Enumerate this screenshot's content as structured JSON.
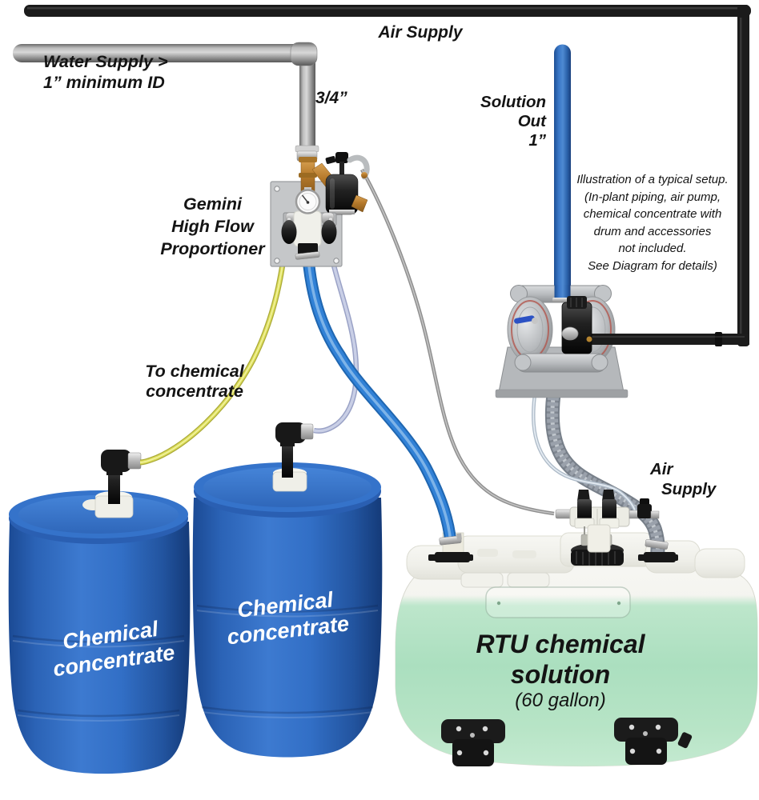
{
  "diagram": {
    "air_supply_top": "Air Supply",
    "water_supply": [
      "Water Supply  >",
      "1” minimum ID"
    ],
    "water_pipe_size": "3/4”",
    "solution_out": [
      "Solution",
      "Out",
      "1”"
    ],
    "proportioner": [
      "Gemini",
      "High Flow",
      "Proportioner"
    ],
    "note": [
      "Illustration of a typical setup.",
      "(In-plant piping, air pump,",
      "chemical concentrate with",
      "drum and accessories",
      "not included.",
      "See Diagram for details)"
    ],
    "to_chemical": [
      "To chemical",
      "concentrate"
    ],
    "air_supply_right": [
      "Air",
      "Supply"
    ],
    "drum_left": [
      "Chemical",
      "concentrate"
    ],
    "drum_right": [
      "Chemical",
      "concentrate"
    ],
    "tank": [
      "RTU chemical",
      "solution"
    ],
    "tank_capacity": "(60 gallon)"
  },
  "colors": {
    "air_pipe_black": "#1b1b1b",
    "water_pipe_gray": "#aeaeae",
    "solution_pipe_blue": "#2e66b2",
    "solution_hose_blue": "#3181d6",
    "suction_tube_yellow": "#d8da52",
    "suction_tube_clear": "#b9c0dd",
    "signal_tube_gray": "#a8a8a8",
    "drum_blue": "#2b62b5",
    "tank_green": "#b2e1c3",
    "tank_white": "#f3f3ee",
    "brass": "#b67a2b",
    "label_text": "#141414",
    "drum_label_text": "#ffffff"
  }
}
